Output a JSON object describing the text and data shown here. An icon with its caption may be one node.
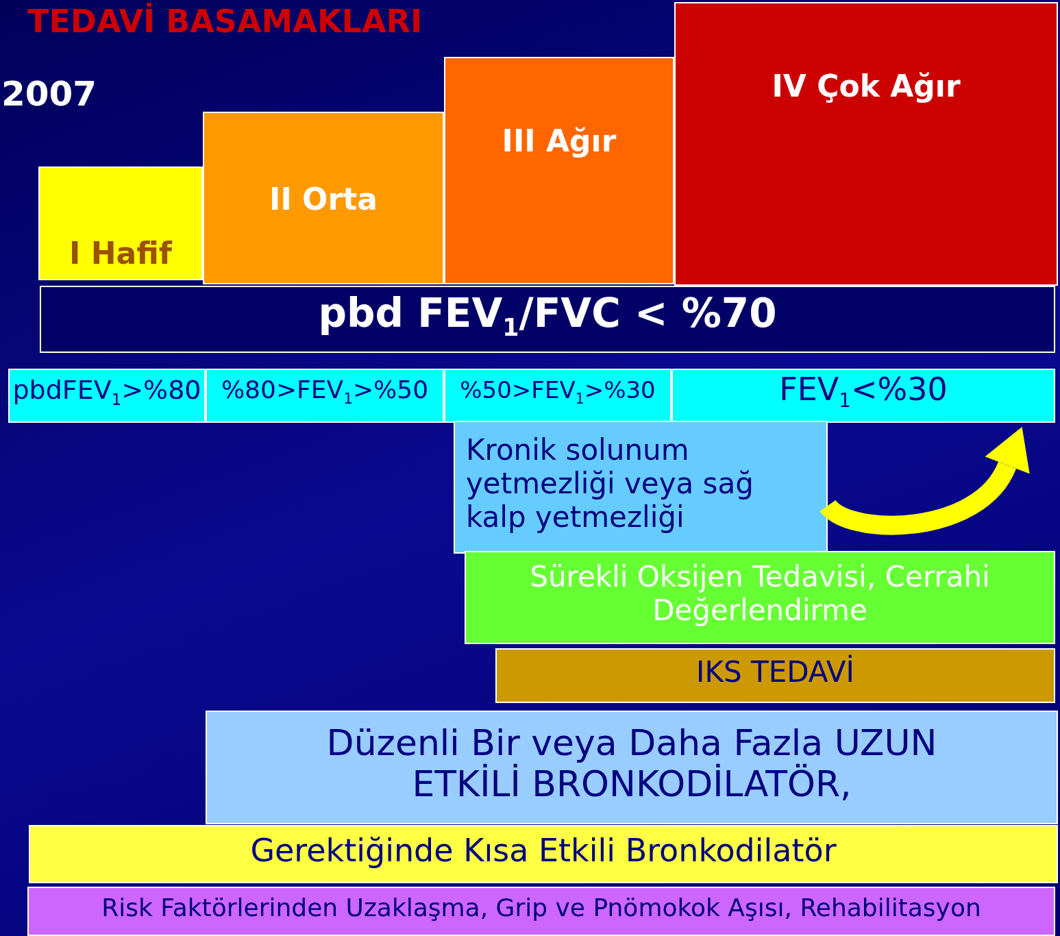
{
  "diagram": {
    "title": "TEDAVİ BASAMAKLARI",
    "nodes": [
      {
        "text": [
          "I Hafif"
        ]
      },
      {
        "text": [
          "II Orta"
        ]
      },
      {
        "text": [
          "III Ağır"
        ]
      },
      {
        "text": [
          "IV Çok Ağır"
        ]
      },
      {
        "text": [
          "pbd FEV$_{1}$/FVC < %70"
        ]
      },
      {
        "text": [
          "pbdFEV$_{1}$>%80"
        ]
      },
      {
        "text": [
          "%80>FEV$_{1}$>%50"
        ]
      },
      {
        "text": [
          "%50>FEV$_{1}$>%30"
        ]
      },
      {
        "text": [
          "FEV$_{1}$<%30"
        ]
      },
      {
        "text": [
          "Kronik solunum yetmezliği veya sağ kalp yetmezliği"
        ]
      },
      {
        "text": [
          "Sürekli Oksijen Tedavisi, Cerrahi Değerlendirme"
        ]
      },
      {
        "text": [
          "IKS TEDAVİ"
        ]
      },
      {
        "text": [
          "Düzenli Bir veya Daha Fazla UZUN ETKİLİ BRONKODİLATÖR,"
        ]
      },
      {
        "text": [
          "Gerektiğinde Kısa Etkili  Bronkodilatör"
        ]
      },
      {
        "text": [
          "Risk Faktörlerinden Uzaklaşma, Grip ve Pnömokok Aşısı, Rehabilitasyon"
        ]
      }
    ],
    "edges": [
      {
        "from": 9,
        "to": 8,
        "arrow": "to"
      }
    ],
    "labels": [
      "2007"
    ]
  }
}
